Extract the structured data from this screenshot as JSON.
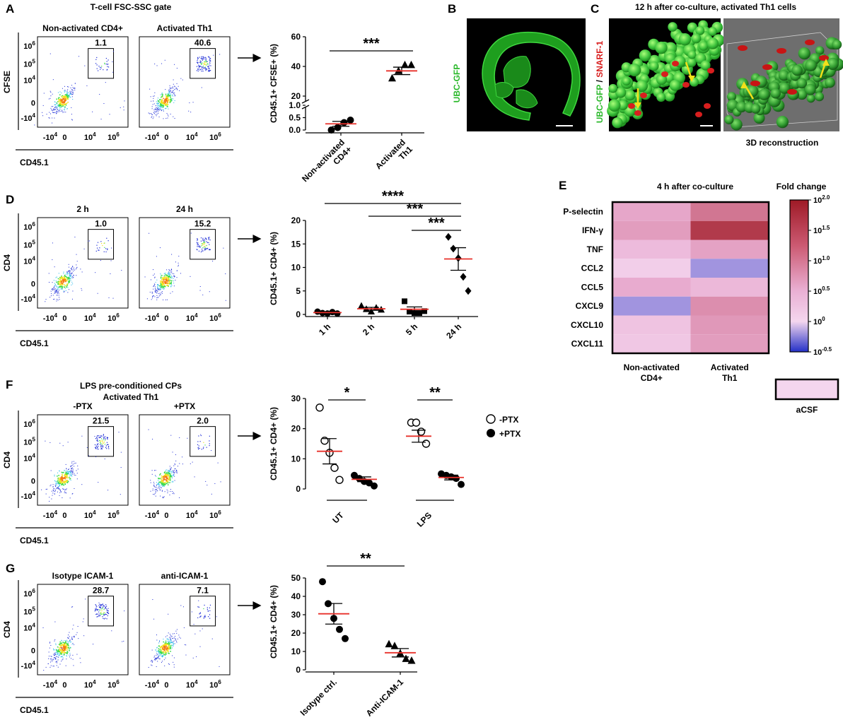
{
  "panels": {
    "A": {
      "letter": "A",
      "gate_title": "T-cell FSC-SSC gate",
      "flow": [
        {
          "title": "Non-activated CD4+",
          "gate_value": "1.1"
        },
        {
          "title": "Activated Th1",
          "gate_value": "40.6"
        }
      ],
      "flow_ylabel": "CFSE",
      "flow_xlabel": "CD45.1"
    },
    "B": {
      "letter": "B",
      "label": "UBC-GFP"
    },
    "C": {
      "letter": "C",
      "title": "12 h after co-culture, activated Th1 cells",
      "label_green": "UBC-GFP",
      "label_sep": " / ",
      "label_red": "SNARF-1",
      "caption_3d": "3D reconstruction"
    },
    "D": {
      "letter": "D",
      "flow": [
        {
          "title": "2 h",
          "gate_value": "1.0"
        },
        {
          "title": "24 h",
          "gate_value": "15.2"
        }
      ],
      "flow_ylabel": "CD4",
      "flow_xlabel": "CD45.1"
    },
    "E": {
      "letter": "E"
    },
    "F": {
      "letter": "F",
      "title_line1": "LPS pre-conditioned CPs",
      "title_line2": "Activated Th1",
      "flow": [
        {
          "title": "-PTX",
          "gate_value": "21.5"
        },
        {
          "title": "+PTX",
          "gate_value": "2.0"
        }
      ],
      "flow_ylabel": "CD4",
      "flow_xlabel": "CD45.1"
    },
    "G": {
      "letter": "G",
      "flow": [
        {
          "title": "Isotype ICAM-1",
          "gate_value": "28.7"
        },
        {
          "title": "anti-ICAM-1",
          "gate_value": "7.1"
        }
      ],
      "flow_ylabel": "CD4",
      "flow_xlabel": "CD45.1"
    }
  },
  "flow_ticks": {
    "y": [
      "10^6",
      "10^5",
      "10^4",
      "0",
      "-10^4"
    ],
    "x": [
      "-10^4",
      "0",
      "10^4",
      "10^6"
    ]
  },
  "colors": {
    "mean_line": "#e8302a",
    "gfp_green": "#2ab82a",
    "snarf_red": "#d81e1e",
    "arrow_yellow": "#f2e01a",
    "heat_high": "#9e1a26",
    "heat_mid": "#f4d0ec",
    "heat_low": "#2430c8"
  },
  "chart_data": [
    {
      "id": "A",
      "type": "scatter",
      "ylabel": "CD45.1+ CFSE+ (%)",
      "categories": [
        "Non-activated CD4+",
        "Activated Th1"
      ],
      "category_lines": [
        [
          "Non-activated",
          "CD4+"
        ],
        [
          "Activated",
          "Th1"
        ]
      ],
      "yticks": [
        0,
        0.5,
        1.0,
        20,
        40,
        60
      ],
      "ytick_labels": [
        "0.0",
        "0.5",
        "1.0",
        "20",
        "40",
        "60"
      ],
      "series": [
        {
          "marker": "circle",
          "values": [
            0.0,
            0.1,
            0.3,
            0.4
          ]
        },
        {
          "marker": "triangle",
          "values": [
            32,
            37,
            41,
            41
          ]
        }
      ],
      "means": [
        0.25,
        37
      ],
      "sems": [
        0.1,
        2.5
      ],
      "significance": [
        {
          "from": 0,
          "to": 1,
          "label": "***"
        }
      ]
    },
    {
      "id": "D",
      "type": "scatter",
      "ylabel": "CD45.1+ CD4+ (%)",
      "categories": [
        "1 h",
        "2 h",
        "5 h",
        "24 h"
      ],
      "ylim": [
        0,
        20
      ],
      "yticks": [
        0,
        5,
        10,
        15,
        20
      ],
      "series": [
        {
          "marker": "circle",
          "values": [
            0.6,
            0.3,
            0.2,
            0.5,
            0.2
          ]
        },
        {
          "marker": "triangle",
          "values": [
            1.8,
            1.1,
            0.6,
            1.4,
            1.0
          ]
        },
        {
          "marker": "square",
          "values": [
            2.8,
            0.6,
            0.3,
            0.3,
            0.7
          ]
        },
        {
          "marker": "diamond",
          "values": [
            16.5,
            14,
            12,
            8,
            5
          ]
        }
      ],
      "means": [
        0.4,
        1.2,
        1.1,
        11.8
      ],
      "sems": [
        0.1,
        0.3,
        0.5,
        2.4
      ],
      "significance": [
        {
          "from": 0,
          "to": 3,
          "label": "****"
        },
        {
          "from": 1,
          "to": 3,
          "label": "***"
        },
        {
          "from": 2,
          "to": 3,
          "label": "***"
        }
      ]
    },
    {
      "id": "E",
      "type": "heatmap",
      "title": "4 h after co-culture",
      "colorbar_title": "Fold change",
      "rows": [
        "P-selectin",
        "IFN-γ",
        "TNF",
        "CCL2",
        "CCL5",
        "CXCL9",
        "CXCL10",
        "CXCL11"
      ],
      "columns": [
        "Non-activated CD4+",
        "Activated Th1"
      ],
      "column_lines": [
        [
          "Non-activated",
          "CD4+"
        ],
        [
          "Activated",
          "Th1"
        ]
      ],
      "values": [
        [
          0.6,
          1.1
        ],
        [
          0.7,
          1.7
        ],
        [
          0.35,
          0.65
        ],
        [
          0.1,
          -0.2
        ],
        [
          0.55,
          0.4
        ],
        [
          -0.2,
          0.85
        ],
        [
          0.25,
          0.75
        ],
        [
          0.2,
          0.7
        ]
      ],
      "colorbar_range": [
        -0.5,
        2.0
      ],
      "colorbar_ticks": [
        2.0,
        1.5,
        1.0,
        0.5,
        0,
        -0.5
      ],
      "colorbar_labels": [
        "10^2.0",
        "10^1.5",
        "10^1.0",
        "10^0.5",
        "10^0",
        "10^-0.5"
      ],
      "reference_label": "aCSF",
      "reference_value": 0
    },
    {
      "id": "F",
      "type": "scatter",
      "ylabel": "CD45.1+ CD4+ (%)",
      "groups": [
        "UT",
        "LPS"
      ],
      "ylim": [
        0,
        30
      ],
      "yticks": [
        0,
        10,
        20,
        30
      ],
      "legend": [
        {
          "label": "-PTX",
          "marker": "open-circle"
        },
        {
          "label": "+PTX",
          "marker": "filled-circle"
        }
      ],
      "legend_position": "right",
      "series": [
        {
          "group": "UT",
          "marker": "open-circle",
          "values": [
            27,
            16,
            12,
            7,
            3
          ]
        },
        {
          "group": "UT",
          "marker": "filled-circle",
          "values": [
            4.5,
            3.5,
            2.5,
            2,
            1
          ]
        },
        {
          "group": "LPS",
          "marker": "open-circle",
          "values": [
            22,
            22,
            19,
            15
          ]
        },
        {
          "group": "LPS",
          "marker": "filled-circle",
          "values": [
            5,
            4.5,
            4,
            3.5,
            1.5
          ]
        }
      ],
      "means": [
        12.5,
        3.2,
        17.5,
        3.8
      ],
      "sems": [
        4.2,
        0.8,
        2.0,
        0.8
      ],
      "significance": [
        {
          "group": "UT",
          "label": "*"
        },
        {
          "group": "LPS",
          "label": "**"
        }
      ]
    },
    {
      "id": "G",
      "type": "scatter",
      "ylabel": "CD45.1+ CD4+ (%)",
      "categories": [
        "Isotype ctrl.",
        "Anti-ICAM-1"
      ],
      "ylim": [
        0,
        50
      ],
      "yticks": [
        0,
        10,
        20,
        30,
        40,
        50
      ],
      "series": [
        {
          "marker": "circle",
          "values": [
            48,
            36,
            28,
            22,
            17
          ]
        },
        {
          "marker": "triangle",
          "values": [
            14,
            13,
            9,
            6,
            5
          ]
        }
      ],
      "means": [
        30.5,
        9.3
      ],
      "sems": [
        5.6,
        2.3
      ],
      "significance": [
        {
          "from": 0,
          "to": 1,
          "label": "**"
        }
      ]
    }
  ]
}
